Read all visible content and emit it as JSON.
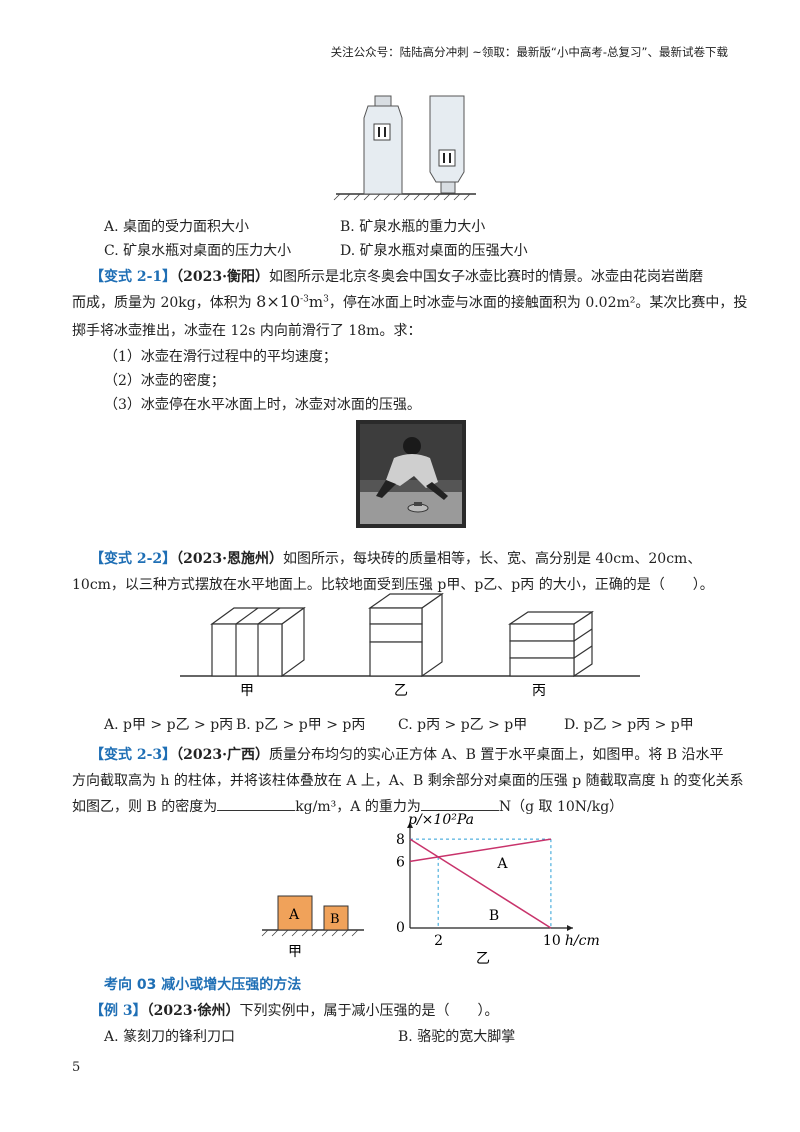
{
  "header": "关注公众号：陆陆高分冲刺  ~领取：最新版“小中高考-总复习”、最新试卷下载",
  "q_prev": {
    "options": [
      "A. 桌面的受力面积大小",
      "B. 矿泉水瓶的重力大小",
      "C. 矿泉水瓶对桌面的压力大小",
      "D. 矿泉水瓶对桌面的压强大小"
    ]
  },
  "v21": {
    "tag": "【变式 2-1】",
    "source": "（2023·衡阳）",
    "text1": "如图所示是北京冬奥会中国女子冰壶比赛时的情景。冰壶由花岗岩凿磨",
    "text2a": "而成，质量为 20kg，体积为",
    "formula": "8×10",
    "exp": "-3",
    "unit": "m",
    "unit_exp": "3",
    "text2b": "，停在冰面上时冰壶与冰面的接触面积为 0.02m²。某次比赛中，投",
    "text3": "掷手将冰壶推出，冰壶在 12s 内向前滑行了 18m。求：",
    "sub1": "（1）冰壶在滑行过程中的平均速度；",
    "sub2": "（2）冰壶的密度；",
    "sub3": "（3）冰壶停在水平冰面上时，冰壶对冰面的压强。"
  },
  "v22": {
    "tag": "【变式 2-2】",
    "source": "（2023·恩施州）",
    "text1": "如图所示，每块砖的质量相等，长、宽、高分别是 40cm、20cm、",
    "text2": "10cm，以三种方式摆放在水平地面上。比较地面受到压强 p甲、p乙、p丙 的大小，正确的是（　　）。",
    "fig_labels": [
      "甲",
      "乙",
      "丙"
    ],
    "options": [
      "A.  p甲 > p乙 > p丙",
      "B.  p乙 > p甲 > p丙",
      "C.  p丙 > p乙 > p甲",
      "D.  p乙 > p丙 > p甲"
    ]
  },
  "v23": {
    "tag": "【变式 2-3】",
    "source": "（2023·广西）",
    "text1": "质量分布均匀的实心正方体 A、B 置于水平桌面上，如图甲。将 B 沿水平",
    "text2": "方向截取高为 h 的柱体，并将该柱体叠放在 A 上，A、B 剩余部分对桌面的压强 p 随截取高度 h 的变化关系",
    "text3a": "如图乙，则 B 的密度为",
    "text3b": "kg/m³，A 的重力为",
    "text3c": "N（g 取 10N/kg）",
    "fig_left_label": "甲",
    "fig_right_label": "乙",
    "block_a": "A",
    "block_b": "B"
  },
  "chart_data": {
    "type": "line",
    "ylabel": "p/×10²Pa",
    "xlabel": "h/cm",
    "x_ticks": [
      "0",
      "2",
      "10"
    ],
    "y_ticks": [
      "6",
      "8"
    ],
    "series": [
      {
        "name": "A",
        "x": [
          0,
          10
        ],
        "y": [
          6,
          8
        ]
      },
      {
        "name": "B",
        "x": [
          0,
          10
        ],
        "y": [
          8,
          0
        ]
      }
    ],
    "xlim": [
      0,
      11
    ],
    "ylim": [
      0,
      9
    ]
  },
  "section": {
    "title": "考向 03  减小或增大压强的方法"
  },
  "ex3": {
    "tag": "【例 3】",
    "source": "（2023·徐州）",
    "text": "下列实例中，属于减小压强的是（　　）。",
    "options": [
      "A. 篆刻刀的锋利刀口",
      "B. 骆驼的宽大脚掌"
    ]
  },
  "page_number": "5"
}
